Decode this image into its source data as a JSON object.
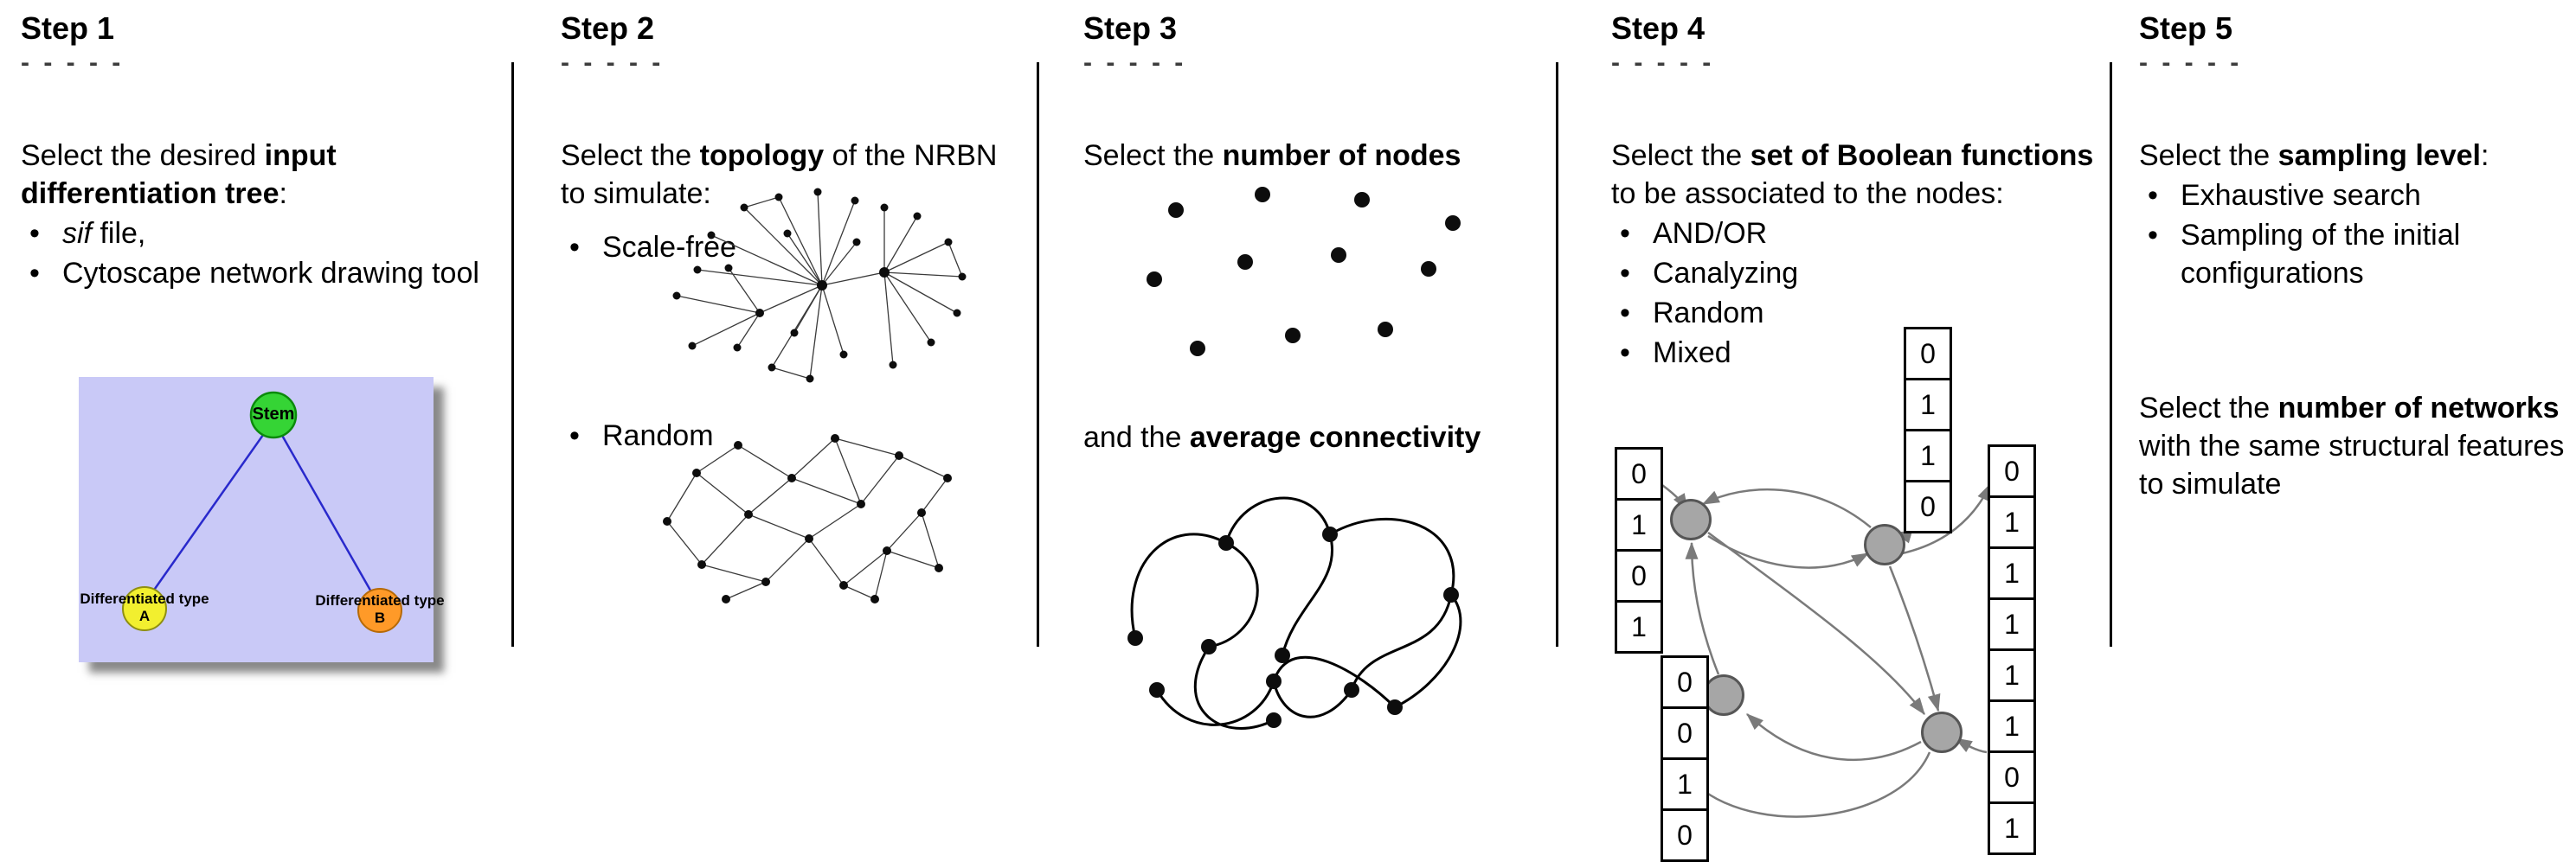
{
  "ui": {
    "bullet_char": "•"
  },
  "steps": [
    {
      "title": "Step 1",
      "dashes": "- - - - -",
      "intro": {
        "pre": "Select the desired ",
        "bold": "input differentiation tree",
        "post": ":"
      },
      "bullets": [
        {
          "italic": "sif",
          "text": " file,"
        },
        {
          "text": "Cytoscape network drawing tool"
        }
      ],
      "tree": {
        "root": "Stem",
        "leaf_a": "Differentiated type A",
        "leaf_b": "Differentiated type B"
      }
    },
    {
      "title": "Step 2",
      "dashes": "- - - - -",
      "intro": {
        "pre": "Select the ",
        "bold": "topology",
        "post": " of the NRBN to simulate:"
      },
      "bullets": [
        {
          "text": "Scale-free"
        },
        {
          "text": "Random"
        }
      ]
    },
    {
      "title": "Step 3",
      "dashes": "- - - - -",
      "intro": {
        "pre": "Select the ",
        "bold": "number of nodes",
        "post": ""
      },
      "second": {
        "pre": "and the ",
        "bold": "average connectivity",
        "post": ""
      }
    },
    {
      "title": "Step 4",
      "dashes": "- - - - -",
      "intro": {
        "pre": "Select the ",
        "bold": "set of Boolean functions",
        "post": " to be associated to the nodes:"
      },
      "bullets": [
        {
          "text": "AND/OR"
        },
        {
          "text": "Canalyzing"
        },
        {
          "text": "Random"
        },
        {
          "text": "Mixed"
        }
      ],
      "vectors": {
        "left": [
          "0",
          "1",
          "0",
          "1"
        ],
        "top": [
          "0",
          "1",
          "1",
          "0"
        ],
        "bottom_left": [
          "0",
          "0",
          "1",
          "0"
        ],
        "right": [
          "0",
          "1",
          "1",
          "1",
          "1",
          "1",
          "0",
          "1"
        ]
      }
    },
    {
      "title": "Step 5",
      "dashes": "- - - - -",
      "intro": {
        "pre": "Select the ",
        "bold": "sampling level",
        "post": ":"
      },
      "bullets": [
        {
          "text": "Exhaustive search"
        },
        {
          "text": "Sampling of the initial configurations"
        }
      ],
      "second": {
        "pre": "Select the ",
        "bold": "number of networks",
        "post": " with the same structural features to simulate"
      }
    }
  ]
}
